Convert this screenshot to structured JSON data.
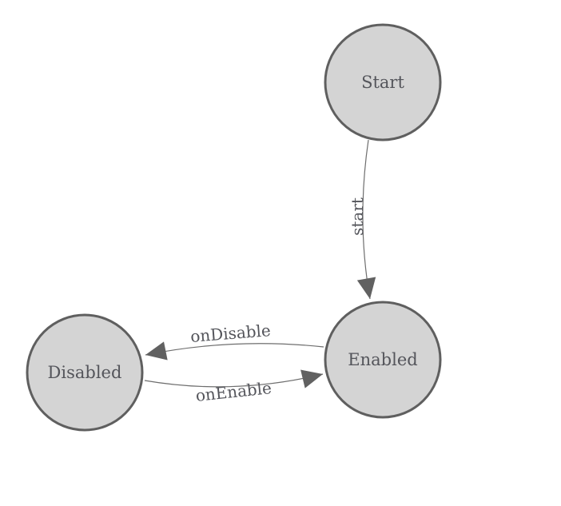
{
  "diagram": {
    "type": "state-machine",
    "nodes": [
      {
        "id": "start",
        "label": "Start"
      },
      {
        "id": "enabled",
        "label": "Enabled"
      },
      {
        "id": "disabled",
        "label": "Disabled"
      }
    ],
    "edges": [
      {
        "id": "start-transition",
        "from": "Start",
        "to": "Enabled",
        "label": "start"
      },
      {
        "id": "on-disable-transition",
        "from": "Enabled",
        "to": "Disabled",
        "label": "onDisable"
      },
      {
        "id": "on-enable-transition",
        "from": "Disabled",
        "to": "Enabled",
        "label": "onEnable"
      }
    ],
    "colors": {
      "background": "#ffffff",
      "node_fill": "#d4d4d4",
      "node_border": "#5f5f5f",
      "edge_line": "#6e6e6e",
      "arrowhead": "#616161",
      "label_text": "#54555b"
    }
  }
}
